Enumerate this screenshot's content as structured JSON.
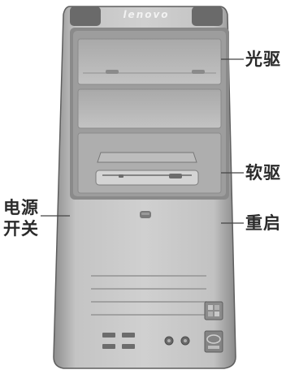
{
  "brand": {
    "logo_text": "lenovo"
  },
  "labels": {
    "optical_drive": "光驱",
    "floppy_drive": "软驱",
    "power_switch_line1": "电源",
    "power_switch_line2": "开关",
    "reset": "重启"
  },
  "colors": {
    "case_body": "#c9c9c9",
    "case_dark": "#7c7c7c",
    "bay_face": "#b7b7b7",
    "leader_line": "#444444",
    "label_text": "#2a2a2a"
  }
}
